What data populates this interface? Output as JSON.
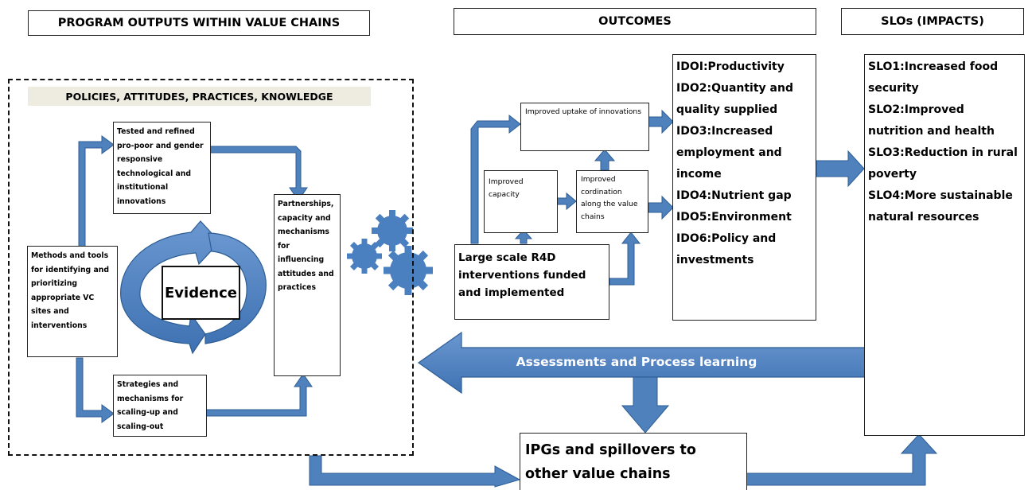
{
  "headers": {
    "program_outputs": "PROGRAM OUTPUTS WITHIN VALUE CHAINS",
    "outcomes": "OUTCOMES",
    "slos": "SLOs (IMPACTS)"
  },
  "policies_bar": "POLICIES, ATTITUDES, PRACTICES, KNOWLEDGE",
  "evidence": "Evidence",
  "outputs": {
    "tested_refined": "Tested and refined pro-poor and gender responsive technological and institutional innovations",
    "partnerships": "Partnerships, capacity and mechanisms for influencing attitudes and practices",
    "methods_tools": "Methods and tools for identifying and prioritizing appropriate VC sites and interventions",
    "strategies": "Strategies and mechanisms for scaling-up and scaling-out"
  },
  "outcomes": {
    "improved_uptake": "Improved uptake of innovations",
    "improved_capacity": "Improved capacity",
    "improved_coordination": "Improved cordination along the value chains",
    "large_scale": "Large scale R4D interventions funded and implemented"
  },
  "idos": [
    "IDOI:Productivity",
    "IDO2:Quantity and quality supplied",
    "IDO3:Increased employment and income",
    "IDO4:Nutrient gap",
    "IDO5:Environment",
    "IDO6:Policy and investments"
  ],
  "slos": [
    "SLO1:Increased food security",
    "SLO2:Improved nutrition and health",
    "SLO3:Reduction in rural poverty",
    "SLO4:More sustainable natural resources"
  ],
  "assessments": "Assessments and Process learning",
  "ipgs": "IPGs and spillovers to other value chains",
  "colors": {
    "arrow_fill": "#4f81bd",
    "arrow_stroke": "#2c5d94",
    "gear": "#4a7fc0",
    "bar": "#eeece1"
  }
}
